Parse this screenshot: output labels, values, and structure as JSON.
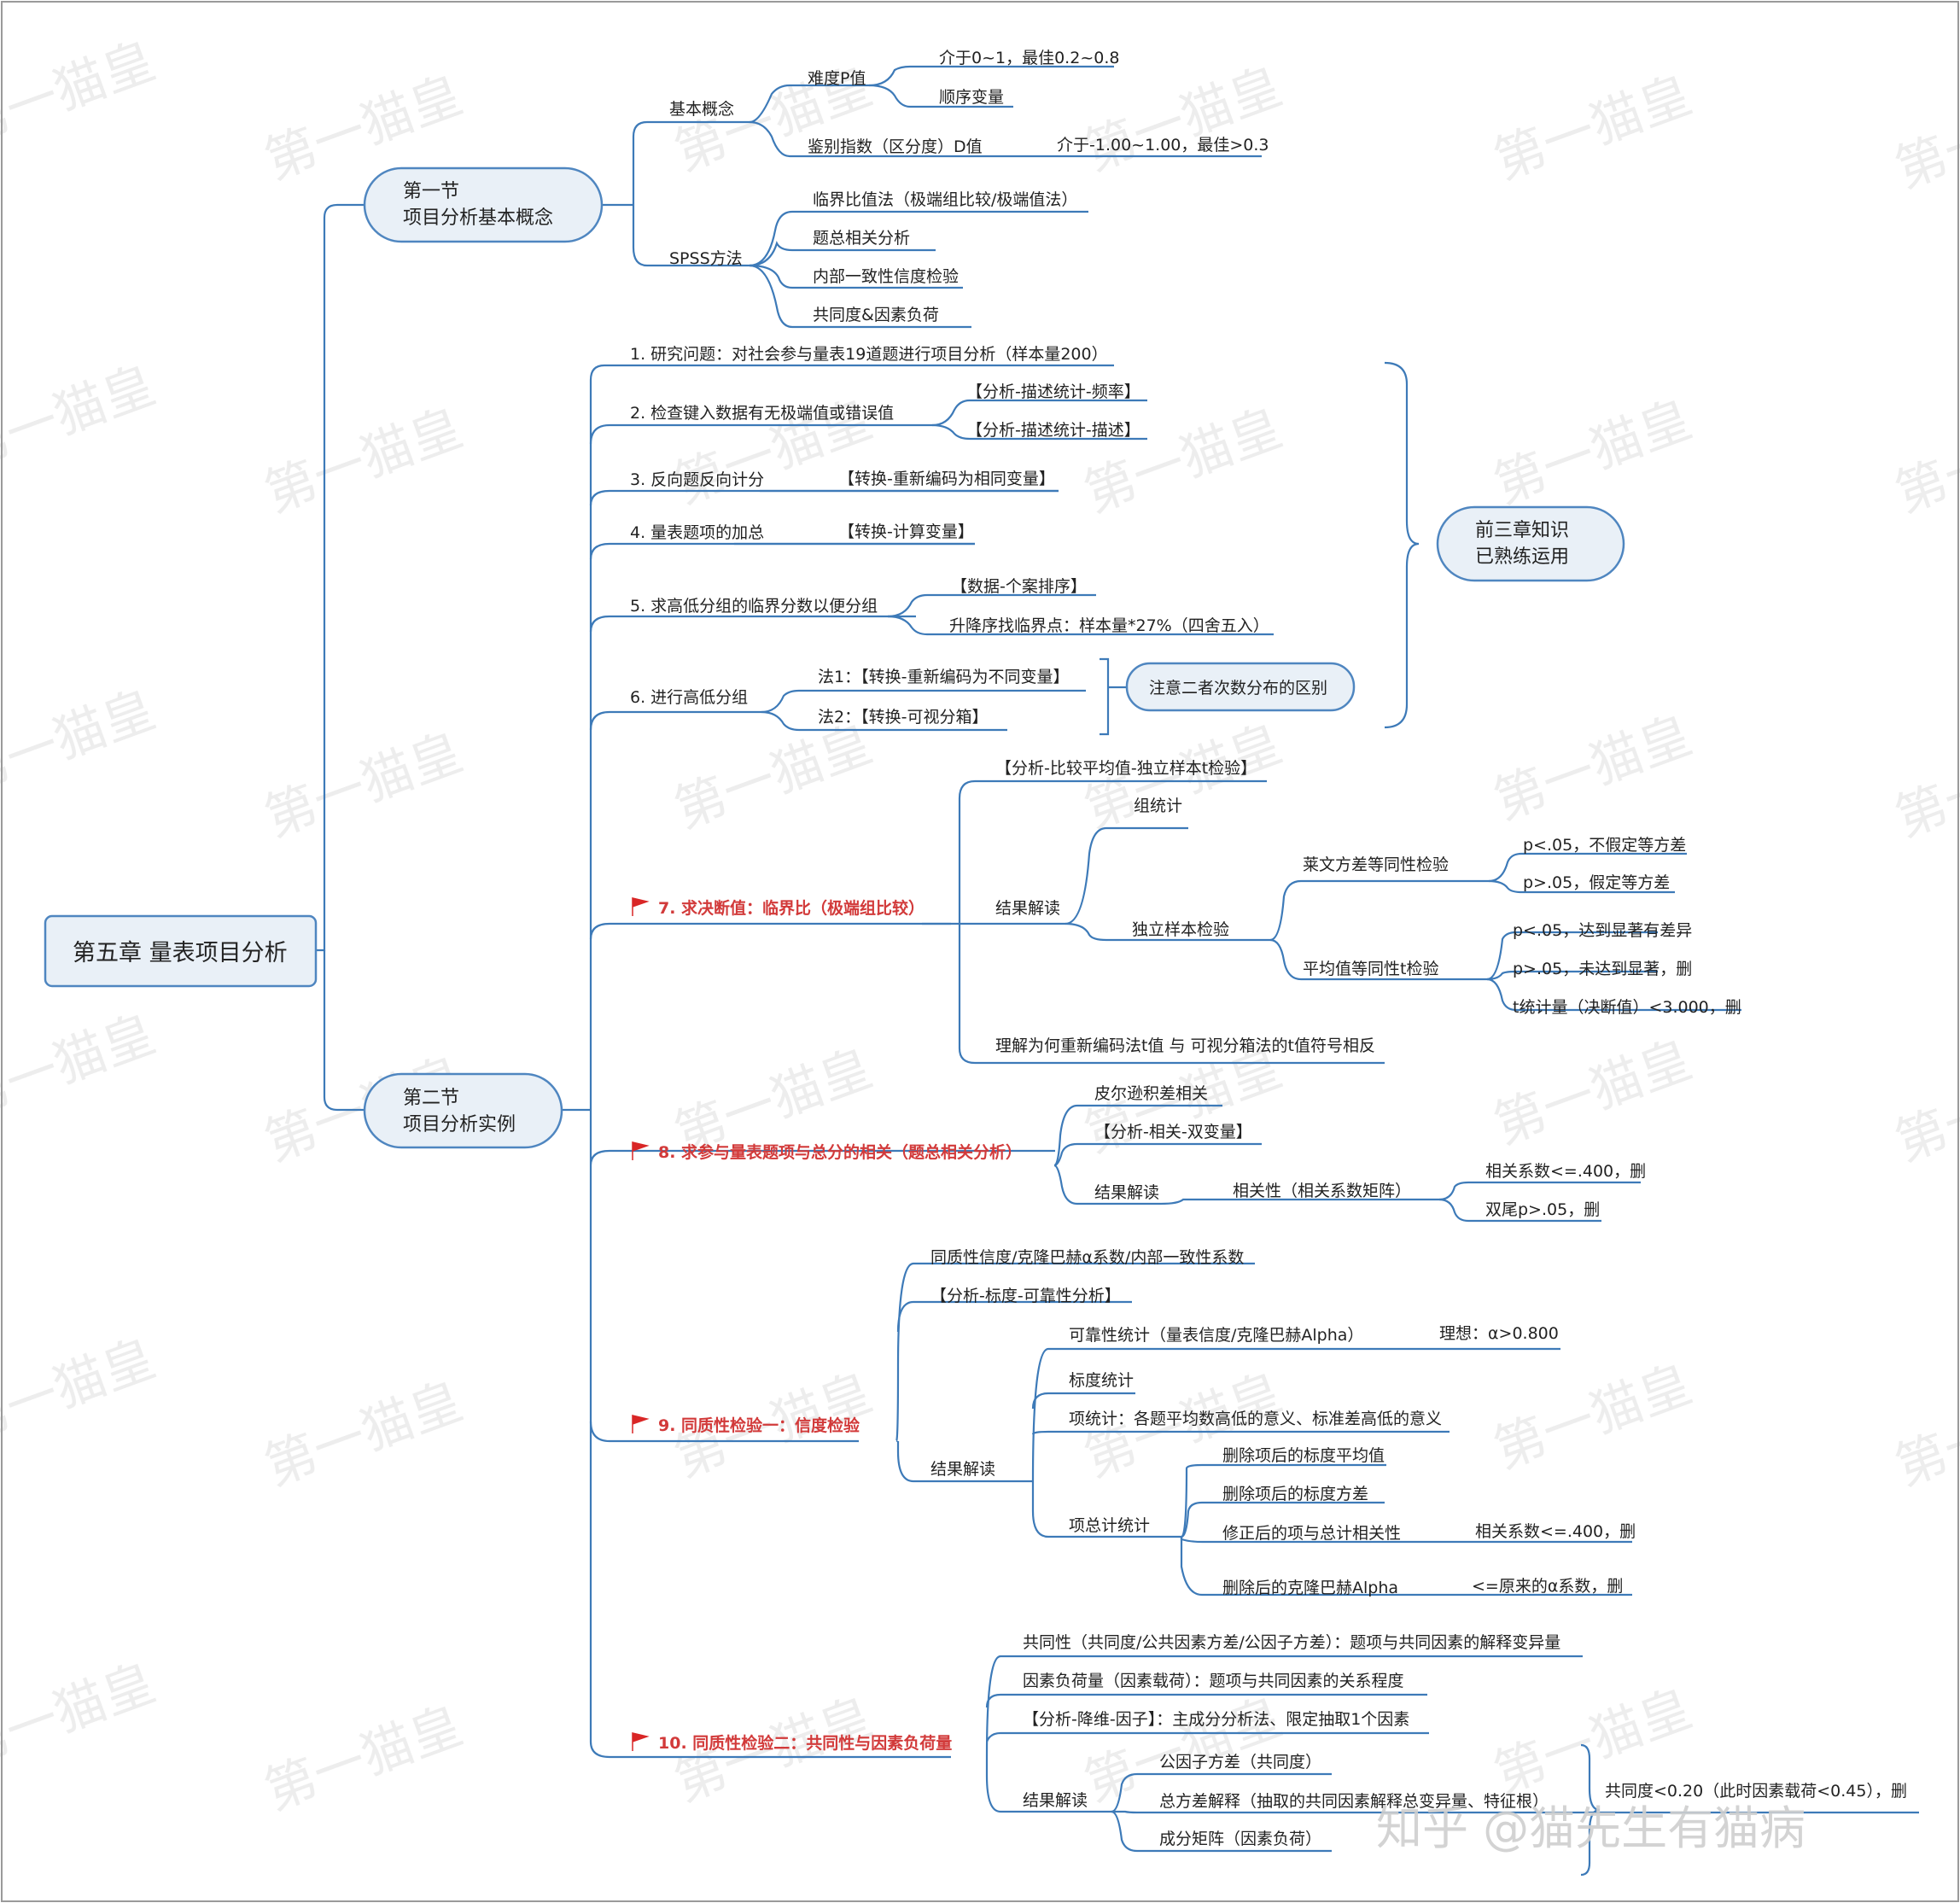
{
  "root": "第五章 量表项目分析",
  "watermark": "第一猫皇",
  "credit": "知乎 @猫先生有猫病",
  "colors": {
    "line": "#3d7ab8",
    "box_fill": "#e9f0f7",
    "box_stroke": "#4f86c0",
    "flag": "#d92626",
    "flag_text": "#d23a3a",
    "text": "#222222"
  },
  "section1": {
    "title_line1": "第一节",
    "title_line2": "项目分析基本概念",
    "basic": "基本概念",
    "difficulty": "难度P值",
    "diff_range": "介于0~1，最佳0.2~0.8",
    "diff_ordinal": "顺序变量",
    "discrimination": "鉴别指数（区分度）D值",
    "disc_range": "介于-1.00~1.00，最佳>0.3",
    "spss": "SPSS方法",
    "spss_items": [
      "临界比值法（极端组比较/极端值法）",
      "题总相关分析",
      "内部一致性信度检验",
      "共同度&因素负荷"
    ]
  },
  "section2": {
    "title_line1": "第二节",
    "title_line2": "项目分析实例",
    "s1": "1. 研究问题：对社会参与量表19道题进行项目分析（样本量200）",
    "s2": "2. 检查键入数据有无极端值或错误值",
    "s2a": "【分析-描述统计-频率】",
    "s2b": "【分析-描述统计-描述】",
    "s3": "3. 反向题反向计分",
    "s3a": "【转换-重新编码为相同变量】",
    "s4": "4. 量表题项的加总",
    "s4a": "【转换-计算变量】",
    "s5": "5. 求高低分组的临界分数以便分组",
    "s5a": "【数据-个案排序】",
    "s5b": "升降序找临界点：样本量*27%（四舍五入）",
    "s6": "6. 进行高低分组",
    "s6a": "法1：【转换-重新编码为不同变量】",
    "s6b": "法2：【转换-可视分箱】",
    "note": "注意二者次数分布的区别",
    "prior_line1": "前三章知识",
    "prior_line2": "已熟练运用",
    "s7": "7. 求决断值：临界比（极端组比较）",
    "s7a": "【分析-比较平均值-独立样本t检验】",
    "s7_result": "结果解读",
    "s7_group": "组统计",
    "s7_ind": "独立样本检验",
    "s7_levene": "莱文方差等同性检验",
    "s7_lv1": "p<.05，不假定等方差",
    "s7_lv2": "p>.05，假定等方差",
    "s7_ttest": "平均值等同性t检验",
    "s7_t1": "p<.05，达到显著有差异",
    "s7_t2": "p>.05，未达到显著，删",
    "s7_t3": "t统计量（决断值）<3.000，删",
    "s7_note": "理解为何重新编码法t值 与 可视分箱法的t值符号相反",
    "s8": "8. 求参与量表题项与总分的相关（题总相关分析）",
    "s8a": "皮尔逊积差相关",
    "s8b": "【分析-相关-双变量】",
    "s8_result": "结果解读",
    "s8_corr": "相关性（相关系数矩阵）",
    "s8_c1": "相关系数<=.400，删",
    "s8_c2": "双尾p>.05，删",
    "s9": "9. 同质性检验一：信度检验",
    "s9a": "同质性信度/克隆巴赫α系数/内部一致性系数",
    "s9b": "【分析-标度-可靠性分析】",
    "s9_result": "结果解读",
    "s9_rel": "可靠性统计（量表信度/克隆巴赫Alpha）",
    "s9_ideal": "理想：α>0.800",
    "s9_scale": "标度统计",
    "s9_item": "项统计：各题平均数高低的意义、标准差高低的意义",
    "s9_total": "项总计统计",
    "s9_t1": "删除项后的标度平均值",
    "s9_t2": "删除项后的标度方差",
    "s9_t3": "修正后的项与总计相关性",
    "s9_t3a": "相关系数<=.400，删",
    "s9_t4": "删除后的克隆巴赫Alpha",
    "s9_t4a": "<=原来的α系数，删",
    "s10": "10. 同质性检验二：共同性与因素负荷量",
    "s10a": "共同性（共同度/公共因素方差/公因子方差）：题项与共同因素的解释变异量",
    "s10b": "因素负荷量（因素载荷）：题项与共同因素的关系程度",
    "s10c": "【分析-降维-因子】：主成分分析法、限定抽取1个因素",
    "s10_result": "结果解读",
    "s10_r1": "公因子方差（共同度）",
    "s10_r2": "总方差解释（抽取的共同因素解释总变异量、特征根）",
    "s10_r3": "成分矩阵（因素负荷）",
    "s10_cut": "共同度<0.20（此时因素载荷<0.45），删"
  }
}
